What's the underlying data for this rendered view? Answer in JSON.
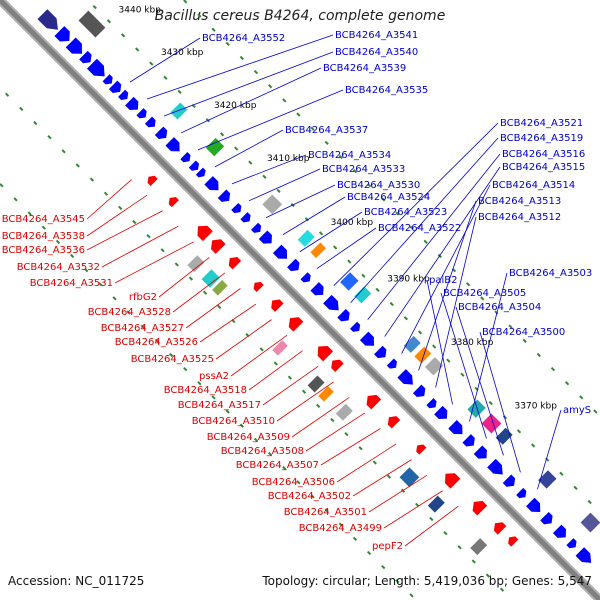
{
  "title": "Bacillus cereus B4264, complete genome",
  "footer": {
    "accession": "Accession: NC_011725",
    "topology": "Topology: circular; Length: 5,419,036 bp; Genes: 5,547"
  },
  "colors": {
    "backbone": "#808080",
    "tick": "#2e8b2e",
    "forward_gene": "#0000ff",
    "reverse_gene": "#ff0000",
    "forward_label": "#0000cc",
    "reverse_label": "#dd0000",
    "scale_label": "#000000"
  },
  "scale_ticks": [
    "3440 kbp",
    "3430 kbp",
    "3420 kbp",
    "3410 kbp",
    "3400 kbp",
    "3390 kbp",
    "3380 kbp",
    "3370 kbp"
  ],
  "forward_labels": [
    "BCB4264_A3552",
    "BCB4264_A3541",
    "BCB4264_A3540",
    "BCB4264_A3539",
    "BCB4264_A3535",
    "BCB4264_A3537",
    "BCB4264_A3534",
    "BCB4264_A3533",
    "BCB4264_A3530",
    "BCB4264_A3524",
    "BCB4264_A3523",
    "BCB4264_A3522",
    "BCB4264_A3521",
    "BCB4264_A3519",
    "BCB4264_A3516",
    "BCB4264_A3515",
    "BCB4264_A3514",
    "BCB4264_A3513",
    "BCB4264_A3512",
    "paiB2",
    "BCB4264_A3503",
    "BCB4264_A3505",
    "BCB4264_A3504",
    "BCB4264_A3500",
    "amyS"
  ],
  "reverse_labels": [
    "BCB4264_A3545",
    "BCB4264_A3538",
    "BCB4264_A3536",
    "BCB4264_A3532",
    "BCB4264_A3531",
    "rfbG2",
    "BCB4264_A3528",
    "BCB4264_A3527",
    "BCB4264_A3526",
    "BCB4264_A3525",
    "pssA2",
    "BCB4264_A3518",
    "BCB4264_A3517",
    "BCB4264_A3510",
    "BCB4264_A3509",
    "BCB4264_A3508",
    "BCB4264_A3507",
    "BCB4264_A3506",
    "BCB4264_A3502",
    "BCB4264_A3501",
    "BCB4264_A3499",
    "pepF2"
  ]
}
